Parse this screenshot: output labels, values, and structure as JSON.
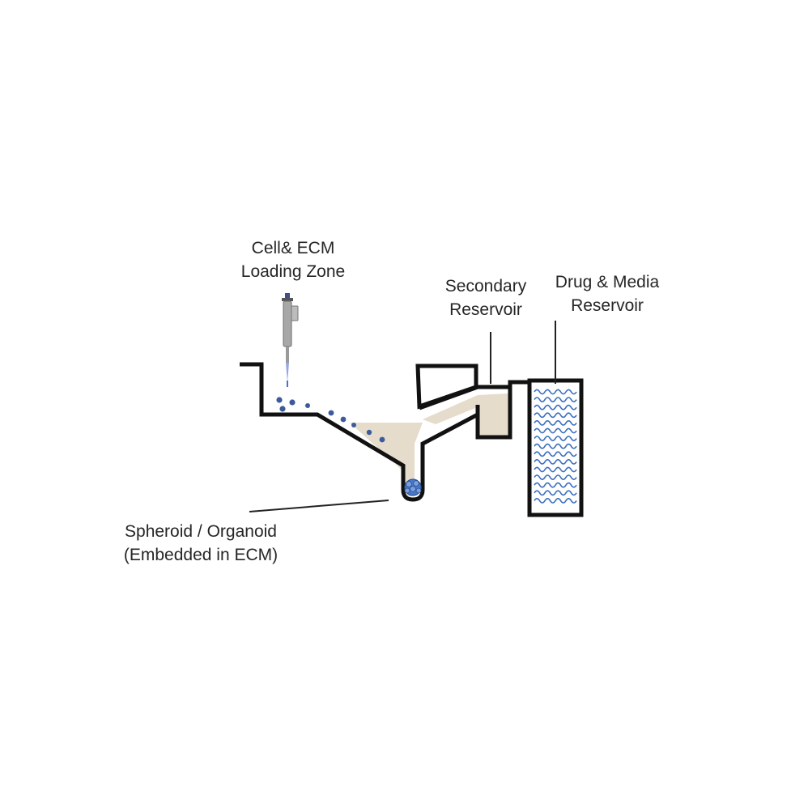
{
  "labels": {
    "loading_zone": {
      "line1": "Cell& ECM",
      "line2": "Loading Zone"
    },
    "secondary_reservoir": {
      "line1": "Secondary",
      "line2": "Reservoir"
    },
    "drug_media_reservoir": {
      "line1": "Drug & Media",
      "line2": "Reservoir"
    },
    "spheroid": {
      "line1": "Spheroid / Organoid",
      "line2": "(Embedded in ECM)"
    }
  },
  "colors": {
    "outline": "#111111",
    "ecm_fill": "#e5dccb",
    "cell": "#3d5a9a",
    "pipette_body": "#a8a8a8",
    "pipette_tip_light": "#8fa8e6",
    "water_wave": "#3a6ec0",
    "leader_line": "#222222"
  },
  "icons": [
    "pipette-icon",
    "cell-dot-icon",
    "spheroid-icon",
    "wave-icon"
  ]
}
